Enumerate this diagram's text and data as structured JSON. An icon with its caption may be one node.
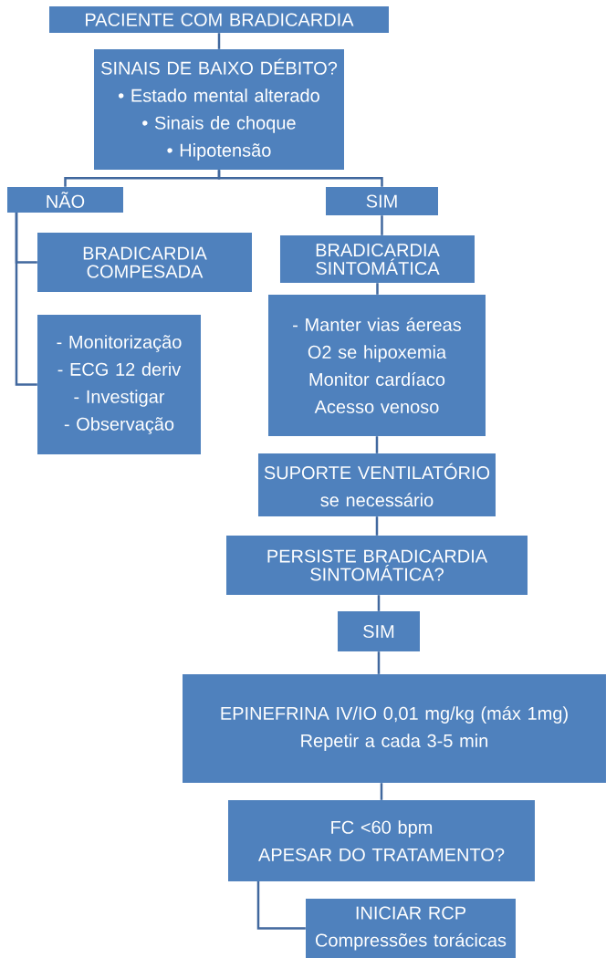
{
  "diagram": {
    "nodes": [
      {
        "text": [
          "PACIENTE COM BRADICARDIA"
        ]
      },
      {
        "text": [
          "SINAIS DE BAIXO DÉBITO?",
          "• Estado mental alterado",
          "• Sinais de choque",
          "• Hipotensão"
        ]
      },
      {
        "text": [
          "NÃO"
        ]
      },
      {
        "text": [
          "SIM"
        ]
      },
      {
        "text": [
          "BRADICARDIA COMPESADA"
        ]
      },
      {
        "text": [
          "- Monitorização",
          "- ECG 12 deriv",
          "- Investigar",
          "- Observação"
        ]
      },
      {
        "text": [
          "BRADICARDIA SINTOMÁTICA"
        ]
      },
      {
        "text": [
          "- Manter vias áereas",
          "O2 se hipoxemia",
          "Monitor cardíaco",
          "Acesso venoso"
        ]
      },
      {
        "text": [
          "SUPORTE VENTILATÓRIO",
          "se necessário"
        ]
      },
      {
        "text": [
          "PERSISTE BRADICARDIA SINTOMÁTICA?"
        ]
      },
      {
        "text": [
          "SIM"
        ]
      },
      {
        "text": [
          "EPINEFRINA IV/IO 0,01 mg/kg (máx 1mg)",
          "Repetir a cada 3-5 min"
        ]
      },
      {
        "text": [
          "FC <60 bpm",
          "APESAR DO TRATAMENTO?"
        ]
      },
      {
        "text": [
          "INICIAR RCP",
          "Compressões torácicas"
        ]
      }
    ],
    "edges": [
      {
        "from": 0,
        "to": 1,
        "arrow": "none"
      },
      {
        "from": 1,
        "to": 2,
        "arrow": "none"
      },
      {
        "from": 1,
        "to": 3,
        "arrow": "none"
      },
      {
        "from": 2,
        "to": 4,
        "arrow": "none"
      },
      {
        "from": 2,
        "to": 5,
        "arrow": "none"
      },
      {
        "from": 3,
        "to": 6,
        "arrow": "none"
      },
      {
        "from": 6,
        "to": 7,
        "arrow": "none"
      },
      {
        "from": 7,
        "to": 8,
        "arrow": "none"
      },
      {
        "from": 8,
        "to": 9,
        "arrow": "none"
      },
      {
        "from": 9,
        "to": 10,
        "arrow": "none"
      },
      {
        "from": 10,
        "to": 11,
        "arrow": "none"
      },
      {
        "from": 11,
        "to": 12,
        "arrow": "none"
      },
      {
        "from": 12,
        "to": 13,
        "arrow": "none"
      }
    ]
  }
}
